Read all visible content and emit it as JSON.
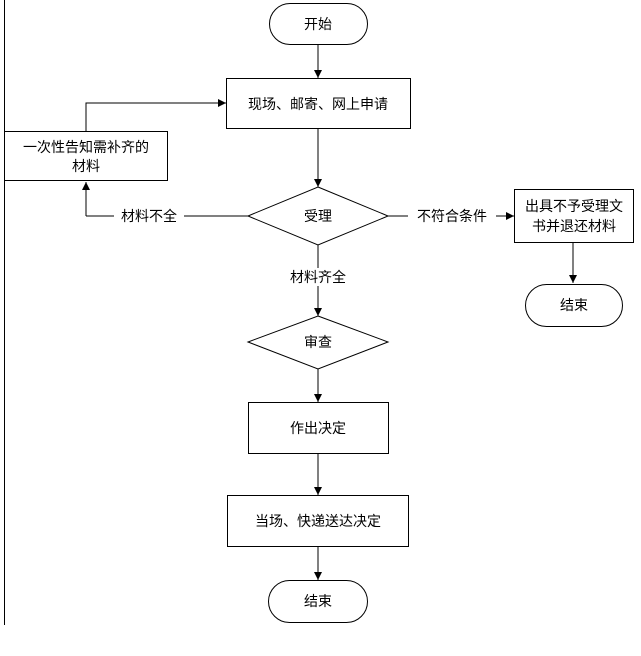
{
  "flowchart": {
    "start": "开始",
    "apply": "现场、邮寄、网上申请",
    "accept": "受理",
    "notify": [
      "一次性告知需补齐的",
      "材料"
    ],
    "incomplete": "材料不全",
    "noncompliant": "不符合条件",
    "reject": [
      "出具不予受理文",
      "书并退还材料"
    ],
    "end_reject": "结束",
    "complete": "材料齐全",
    "review": "审查",
    "decide": "作出决定",
    "deliver": "当场、快递送达决定",
    "end": "结束"
  }
}
